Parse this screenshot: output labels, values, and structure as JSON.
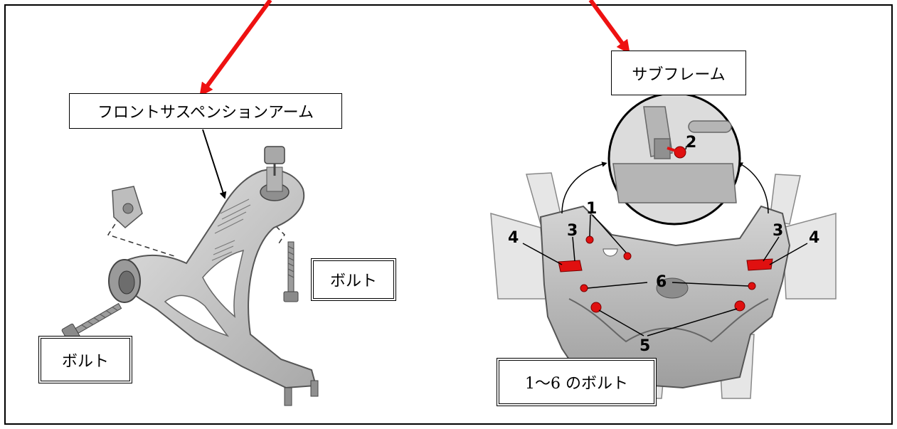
{
  "labels": {
    "front_arm": "フロントサスペンションアーム",
    "subframe": "サブフレーム",
    "bolt_a": "ボルト",
    "bolt_b": "ボルト",
    "bolts_1_6": "1〜6 のボルト"
  },
  "callouts": {
    "c1": "1",
    "c2": "2",
    "c3a": "3",
    "c3b": "3",
    "c4a": "4",
    "c4b": "4",
    "c5": "5",
    "c6": "6"
  },
  "colors": {
    "arrow_red": "#ee1111",
    "bolt_red": "#e01010",
    "part_gray": "#c4c4c4",
    "line_black": "#000000"
  }
}
